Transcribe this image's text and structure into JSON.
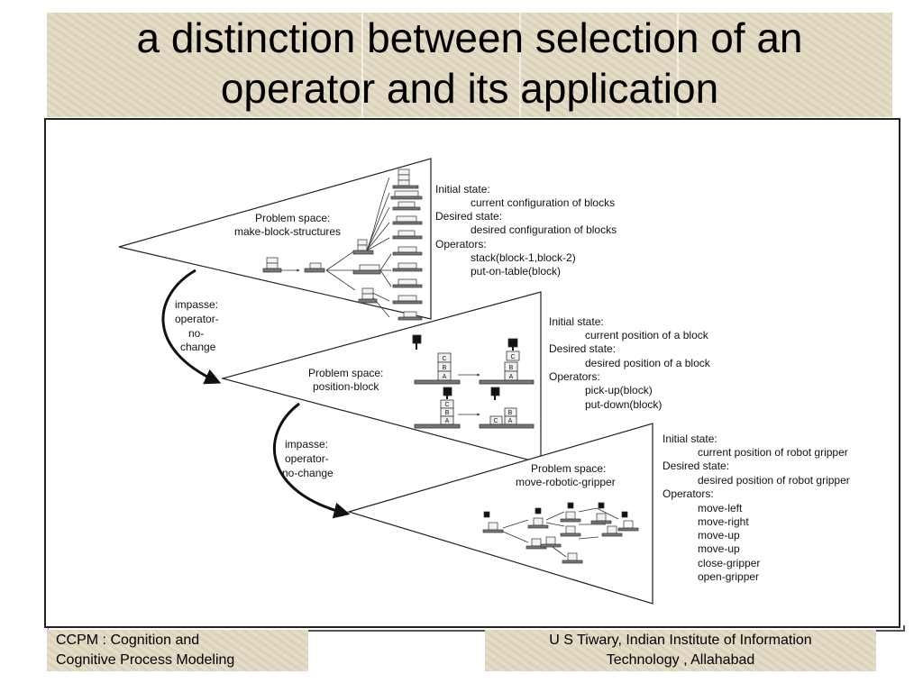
{
  "slide": {
    "title_line1": "a distinction between selection of an",
    "title_line2": "operator and its application"
  },
  "diagram": {
    "top": {
      "space_label_1": "Problem space:",
      "space_label_2": "make-block-structures",
      "initial_heading": "Initial state:",
      "initial_value": "current configuration of blocks",
      "desired_heading": "Desired state:",
      "desired_value": "desired configuration of blocks",
      "operators_heading": "Operators:",
      "operators": [
        "stack(block-1,block-2)",
        "put-on-table(block)"
      ]
    },
    "impasse1": [
      "impasse:",
      "operator-",
      "no-",
      "change"
    ],
    "middle": {
      "space_label_1": "Problem space:",
      "space_label_2": "position-block",
      "initial_heading": "Initial state:",
      "initial_value": "current position of a block",
      "desired_heading": "Desired state:",
      "desired_value": "desired position of a block",
      "operators_heading": "Operators:",
      "operators": [
        "pick-up(block)",
        "put-down(block)"
      ]
    },
    "impasse2": [
      "impasse:",
      "operator-",
      "no-change"
    ],
    "bottom": {
      "space_label_1": "Problem space:",
      "space_label_2": "move-robotic-gripper",
      "initial_heading": "Initial state:",
      "initial_value": "current position of robot gripper",
      "desired_heading": "Desired state:",
      "desired_value": "desired position of robot gripper",
      "operators_heading": "Operators:",
      "operators": [
        "move-left",
        "move-right",
        "move-up",
        "move-up",
        "close-gripper",
        "open-gripper"
      ]
    },
    "block_labels": [
      "C",
      "B",
      "A"
    ]
  },
  "footer": {
    "left_line1": "CCPM : Cognition and",
    "left_line2": "Cognitive Process Modeling",
    "right_line1": "U S Tiwary, Indian Institute of Information",
    "right_line2": "Technology , Allahabad"
  }
}
